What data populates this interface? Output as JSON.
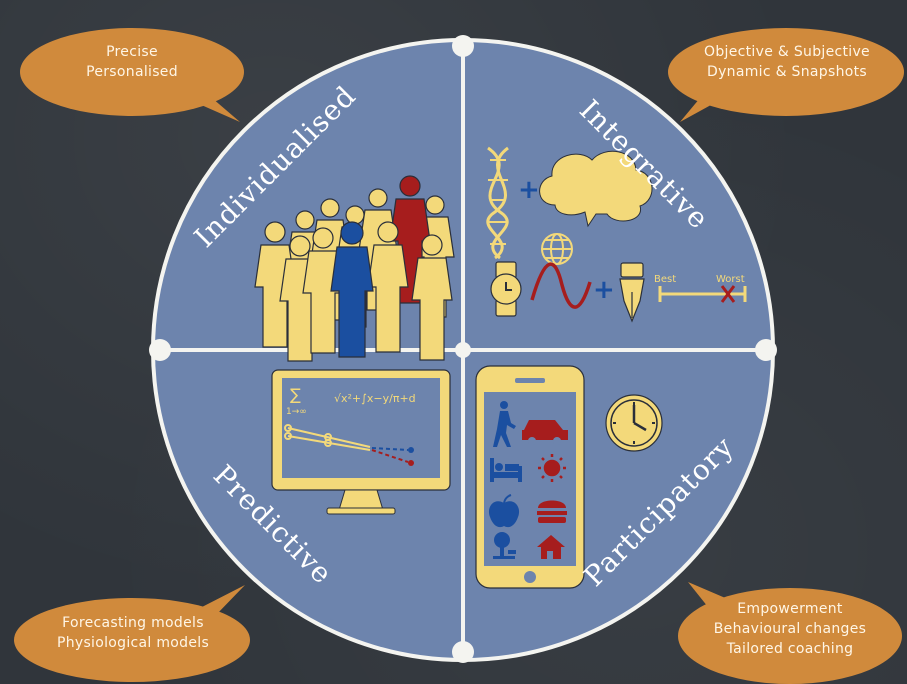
{
  "quadrants": {
    "top_left": "Individualised",
    "top_right": "Integrative",
    "bottom_left": "Predictive",
    "bottom_right": "Participatory"
  },
  "bubbles": {
    "top_left": [
      "Precise",
      "Personalised"
    ],
    "top_right": [
      "Objective & Subjective",
      "Dynamic & Snapshots"
    ],
    "bottom_left": [
      "Forecasting models",
      "Physiological models"
    ],
    "bottom_right": [
      "Empowerment",
      "Behavioural changes",
      "Tailored coaching"
    ]
  },
  "scale": {
    "best": "Best",
    "worst": "Worst"
  },
  "formula": {
    "sum": "∑",
    "range": "1→∞",
    "expr": "√x²+∫x−y/π+d"
  },
  "colors": {
    "circle": "#6d84ad",
    "chalk": "#f4f4f0",
    "bubble": "#d08a3c",
    "yellow": "#f3d97a",
    "red": "#a61d1d",
    "blue": "#1b4fa0"
  },
  "icons": [
    "dna-icon",
    "brain-icon",
    "globe-icon",
    "watch-icon",
    "wave-icon",
    "pen-icon",
    "scale-icon",
    "monitor-icon",
    "phone-icon",
    "clock-icon",
    "walk-icon",
    "car-icon",
    "bed-icon",
    "sun-icon",
    "apple-icon",
    "burger-icon",
    "tree-icon",
    "house-icon"
  ]
}
